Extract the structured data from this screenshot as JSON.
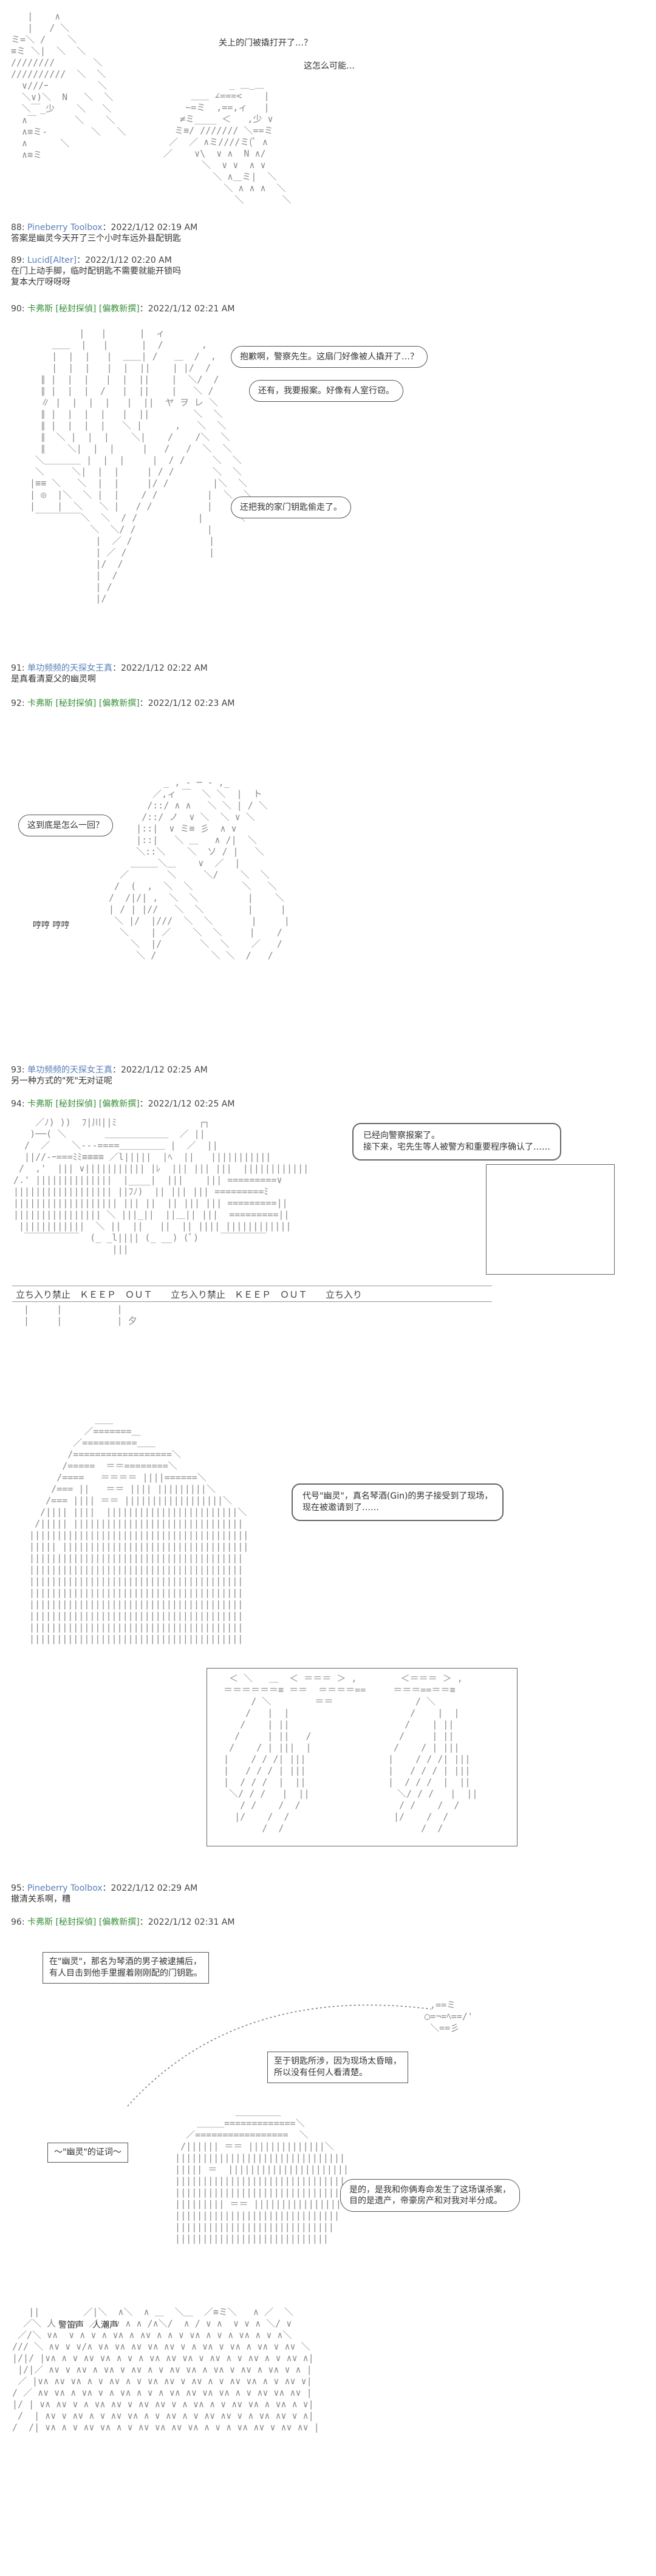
{
  "scene1": {
    "bubble_1": "关上的门被撬打开了…？",
    "bubble_2": "这怎么可能…"
  },
  "posts": [
    {
      "num": "88:",
      "name": "Pineberry Toolbox",
      "date": "2022/1/12 02:19 AM",
      "body": "答案是幽灵今天开了三个小时车远外县配钥匙"
    },
    {
      "num": "89:",
      "name": "Lucid[Alter]",
      "date": "2022/1/12 02:20 AM",
      "body_lines": [
        "在门上动手脚，临时配钥匙不需要就能开锁吗",
        "复本大厅呀呀呀"
      ]
    },
    {
      "num": "90:",
      "name": "卡弗斯",
      "trip": "[秘封探偵]",
      "trip2": "[偏教新撰]",
      "date": "2022/1/12 02:21 AM"
    },
    {
      "num": "91:",
      "name": "单功频频的天探女王真",
      "date": "2022/1/12 02:22 AM",
      "body": "是真看清夏父的幽灵啊"
    },
    {
      "num": "92:",
      "name": "卡弗斯",
      "trip": "[秘封探偵]",
      "trip2": "[偏教新撰]",
      "date": "2022/1/12 02:23 AM"
    },
    {
      "num": "93:",
      "name": "单功频频的天探女王真",
      "date": "2022/1/12 02:25 AM",
      "body": "另一种方式的\"死\"无对证呢"
    },
    {
      "num": "94:",
      "name": "卡弗斯",
      "trip": "[秘封探偵]",
      "trip2": "[偏教新撰]",
      "date": "2022/1/12 02:25 AM"
    },
    {
      "num": "95:",
      "name": "Pineberry Toolbox",
      "date": "2022/1/12 02:29 AM",
      "body": "撤清关系啊，糟"
    },
    {
      "num": "96:",
      "name": "卡弗斯",
      "trip": "[秘封探偵]",
      "trip2": "[偏教新撰]",
      "date": "2022/1/12 02:31 AM"
    }
  ],
  "scene90": {
    "bubble_1": "抱歉啊，警察先生。这扇门好像被人撬开了…？",
    "bubble_2": "还有，我要报案。好像有人室行窃。",
    "bubble_3": "还把我的家门钥匙偷走了。"
  },
  "scene92": {
    "bubble_1": "这到底是怎么一回？",
    "sfx": "哼哼 哼哼"
  },
  "scene94": {
    "scallop_1_line1": "已经向警察报案了。",
    "scallop_1_line2": "接下来，宅先生等人被警方和重要程序确认了……",
    "keepout": "立ち入り禁止　ＫＥＥＰ　ＯＵＴ　　立ち入り禁止　ＫＥＥＰ　ＯＵＴ　　立ち入り",
    "scallop_2_line1": "代号\"幽灵\"，真名琴酒(Gin)的男子接受到了现场，",
    "scallop_2_line2": "现在被邀请到了……"
  },
  "scene96": {
    "box_1_line1": "在\"幽灵\"，那名为琴酒的男子被逮捕后，",
    "box_1_line2": "有人目击到他手里握着刚刚配的门钥匙。",
    "box_2_line1": "至于钥匙所涉，因为现场太昏暗，",
    "box_2_line2": "所以没有任何人看清楚。",
    "label": "～\"幽灵\"的证词～",
    "box_3_line1": "是的，是我和你俩寿命发生了这场谋杀案，",
    "box_3_line2": "目的是遗产，帝豪房产和对我对半分成。",
    "sfx": "警笛声　人潮声"
  }
}
